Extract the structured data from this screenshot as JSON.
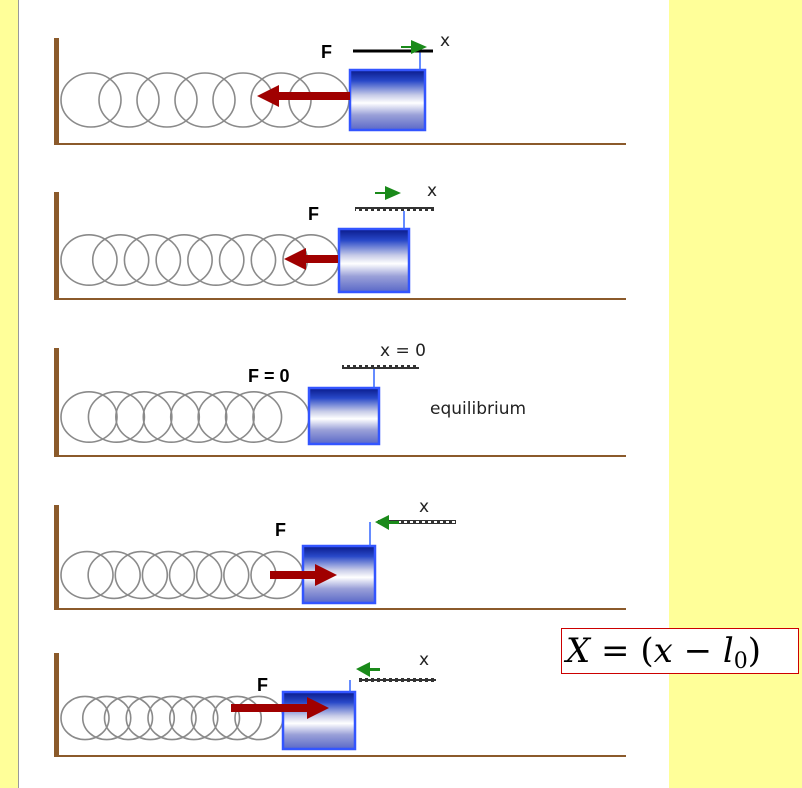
{
  "colors": {
    "background": "#ffff99",
    "wall": "#8b5a2b",
    "floor": "#8b5a2b",
    "spring": "#8a8a8a",
    "force_arrow": "#a00000",
    "flag": "#1a8a1a",
    "block_border": "#3355ff",
    "formula_border": "#cc0000"
  },
  "panels": [
    {
      "force_label": "F",
      "axis_label": "x",
      "flag_direction": "right",
      "force_direction": "left"
    },
    {
      "force_label": "F",
      "axis_label": "x",
      "flag_direction": "right",
      "force_direction": "left"
    },
    {
      "force_label": "F = 0",
      "axis_label": "x = 0",
      "flag_direction": "none",
      "force_direction": "none",
      "state_label": "equilibrium"
    },
    {
      "force_label": "F",
      "axis_label": "x",
      "flag_direction": "left",
      "force_direction": "right"
    },
    {
      "force_label": "F",
      "axis_label": "x",
      "flag_direction": "left",
      "force_direction": "right"
    }
  ],
  "formula": {
    "X": "X",
    "eq": "=",
    "lparen": "(",
    "x": "x",
    "minus": "−",
    "l": "l",
    "sub": "0",
    "rparen": ")"
  }
}
